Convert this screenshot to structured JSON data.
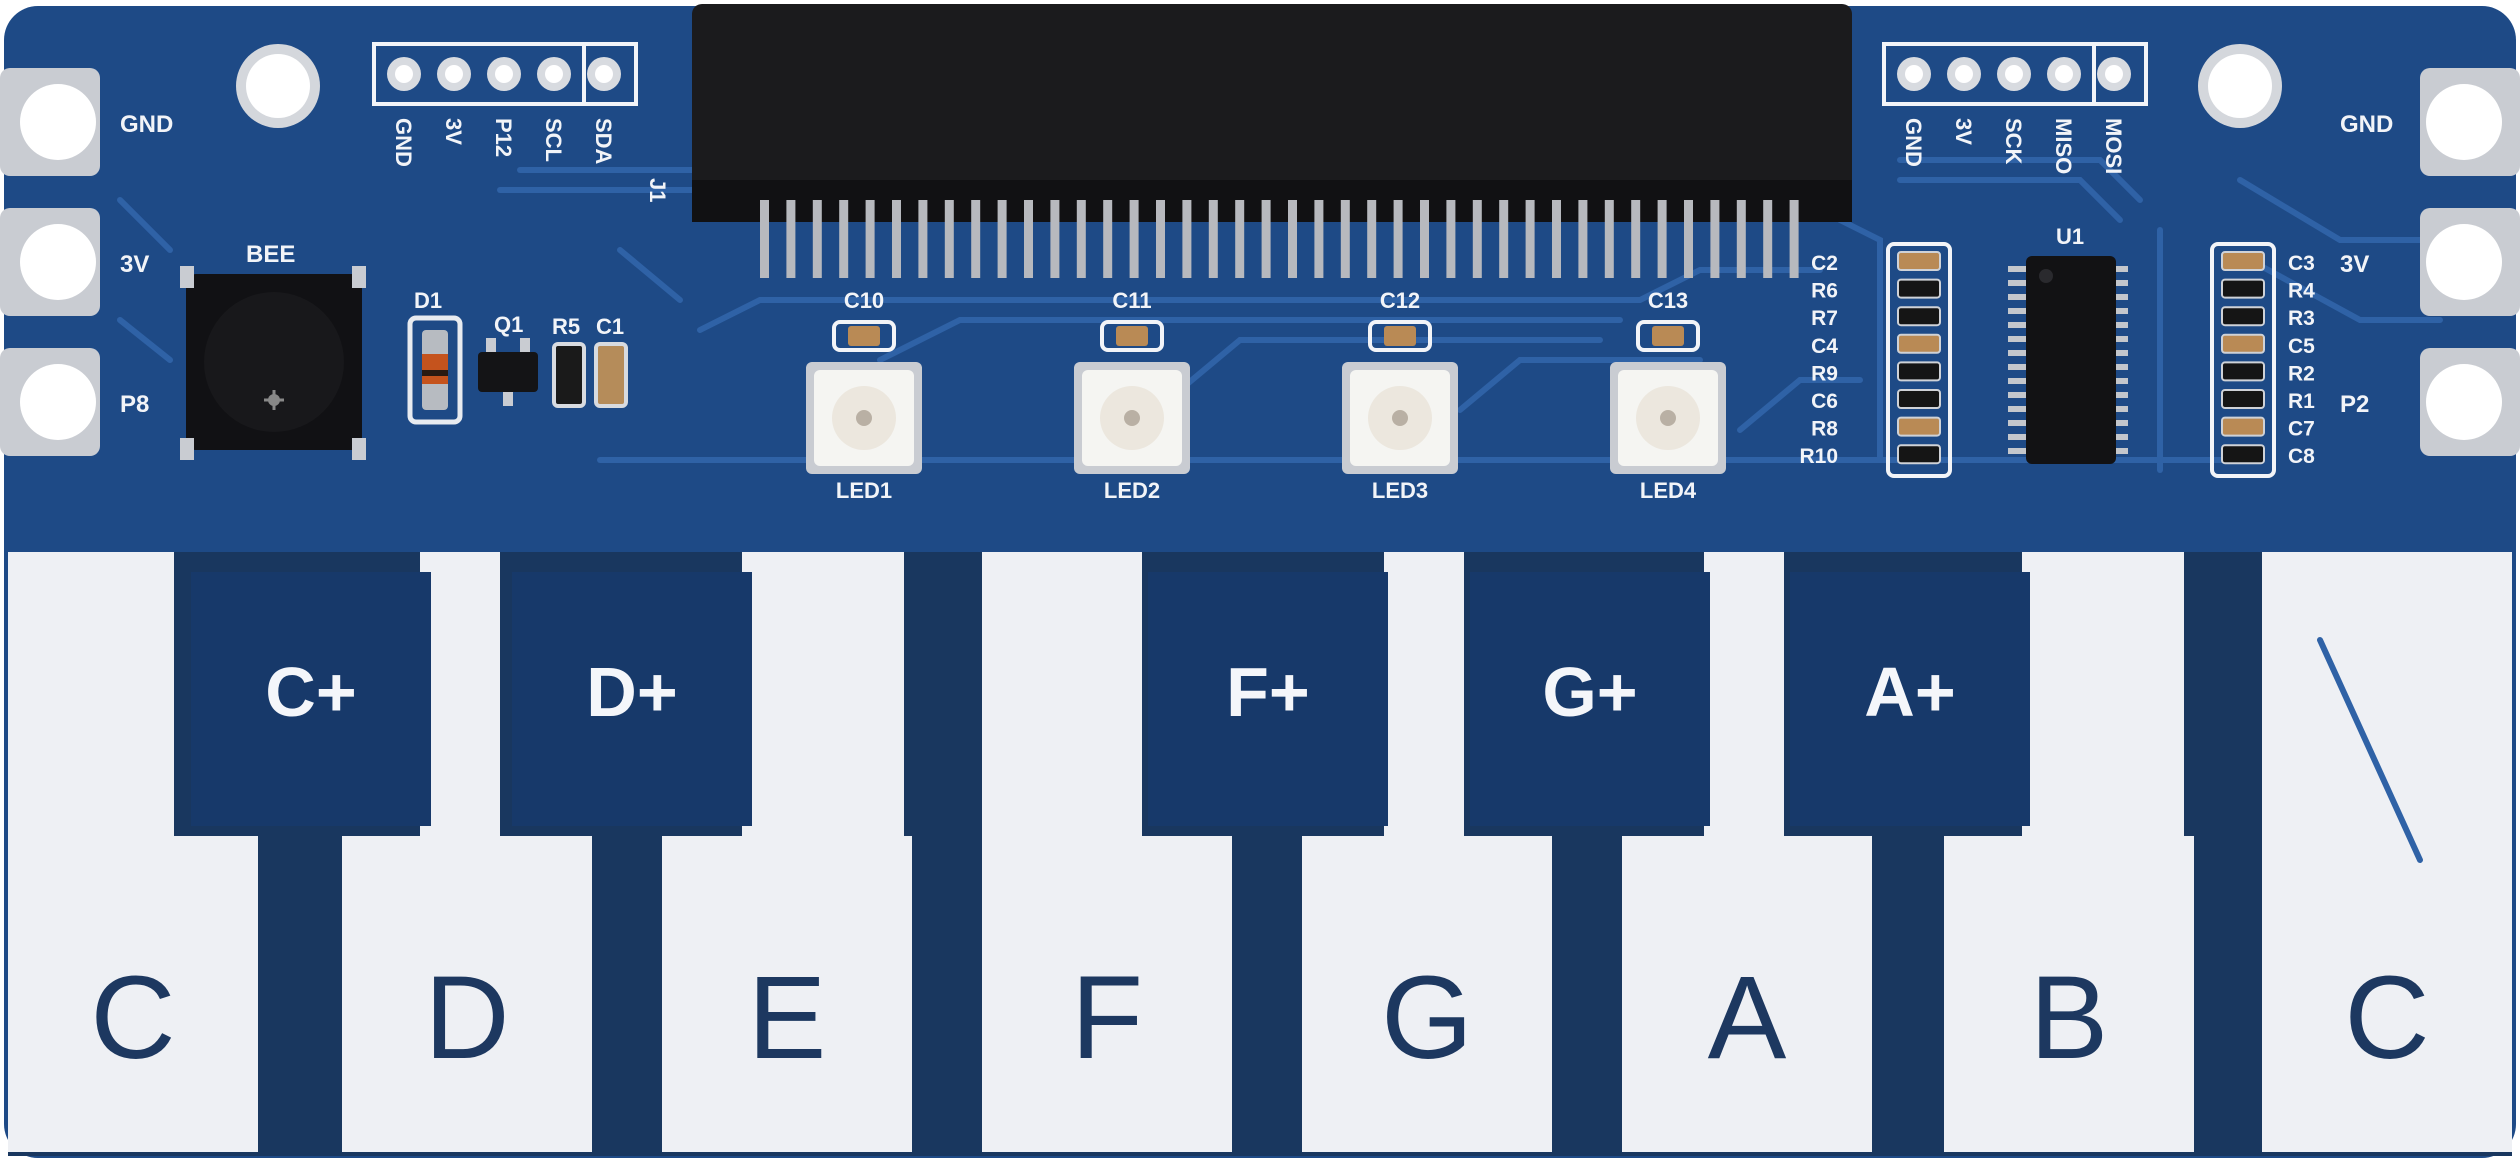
{
  "colors": {
    "pcb": "#1e4a86",
    "pcb_dark": "#17396a",
    "trace": "#2a5b9e",
    "key_white": "#eef0f4",
    "key_dark": "#19375f",
    "silk": "#f2f4f8",
    "pad": "#c9ccd2",
    "connector": "#1b1b1d"
  },
  "header_left": {
    "pins": [
      "GND",
      "3V",
      "P12",
      "SCL",
      "SDA"
    ],
    "ref": "J1"
  },
  "header_right": {
    "pins": [
      "GND",
      "3V",
      "SCK",
      "MISO",
      "MOSI"
    ]
  },
  "edge_left": [
    "GND",
    "3V",
    "P8"
  ],
  "edge_right": [
    "GND",
    "3V",
    "P2"
  ],
  "components": {
    "buzzer": "BEE",
    "diode": "D1",
    "transistor": "Q1",
    "resistor": "R5",
    "capacitor": "C1",
    "ic": "U1"
  },
  "led_caps": [
    "C10",
    "C11",
    "C12",
    "C13"
  ],
  "leds": [
    "LED1",
    "LED2",
    "LED3",
    "LED4"
  ],
  "left_column": [
    "C2",
    "R6",
    "R7",
    "C4",
    "R9",
    "C6",
    "R8",
    "R10"
  ],
  "right_column": [
    "C3",
    "R4",
    "R3",
    "C5",
    "R2",
    "R1",
    "C7",
    "C8"
  ],
  "sharp_keys": [
    "C+",
    "D+",
    "F+",
    "G+",
    "A+"
  ],
  "white_keys": [
    "C",
    "D",
    "E",
    "F",
    "G",
    "A",
    "B",
    "C"
  ],
  "icons": [
    "mounting-hole-icon",
    "buzzer-icon",
    "led-icon",
    "chip-icon",
    "connector-icon"
  ]
}
